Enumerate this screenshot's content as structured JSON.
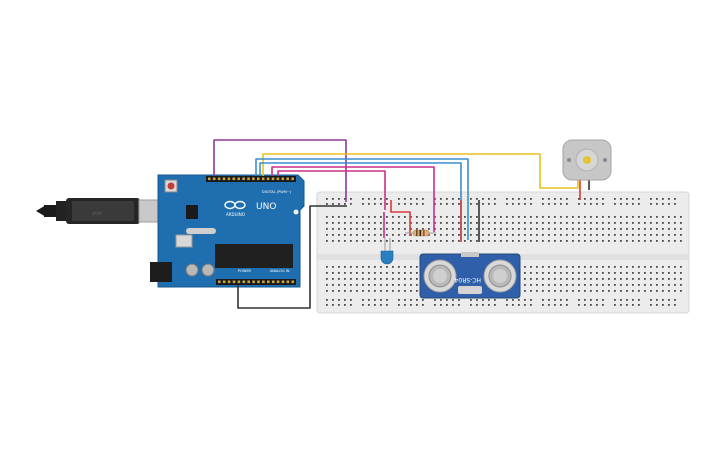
{
  "arduino": {
    "logo_text": "UNO",
    "brand_text": "ARDUINO",
    "digital_label": "DIGITAL (PWM~)",
    "power_label": "POWER",
    "analog_label": "ANALOG IN",
    "body_color": "#1f6eb0",
    "icon": "arduino-infinity-icon"
  },
  "sensor": {
    "model_text": "HC-SR04",
    "board_color": "#2f5fa8",
    "icon": "ultrasonic-transducer-icon"
  },
  "motor": {
    "icon": "dc-motor-icon"
  },
  "breadboard": {
    "color": "#ececec",
    "icon": "breadboard-icon"
  },
  "usb_cable": {
    "icon": "usb-b-cable-icon"
  },
  "led": {
    "color": "#2a7fc1"
  },
  "wires": {
    "colors": {
      "purple": "#8e3a96",
      "yellow": "#e8c21b",
      "blue": "#3a8fd0",
      "magenta": "#c8318a",
      "red": "#d83a3a",
      "black": "#333333"
    }
  }
}
